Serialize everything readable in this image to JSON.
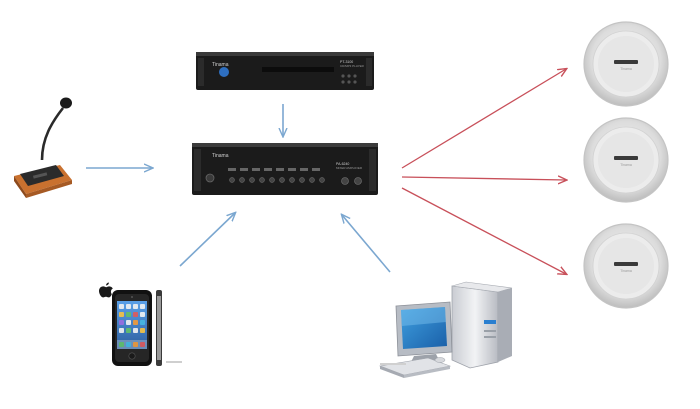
{
  "devices": {
    "player": {
      "brand": "Tinama",
      "model": "PT-3100",
      "sub": "CD/MP3 PLAYER"
    },
    "amplifier": {
      "brand": "Tinama",
      "model": "PA-6240",
      "sub": "MIXER AMPLIFIER"
    },
    "speakers": [
      {
        "logo": "Tinama"
      },
      {
        "logo": "Tinama"
      },
      {
        "logo": "Tinama"
      }
    ]
  },
  "colors": {
    "blue_arrow": "#7ba7d0",
    "red_arrow": "#c8505a",
    "device_body": "#1b1b1b"
  },
  "icons": [
    "microphone-icon",
    "smartphone-icon",
    "computer-icon",
    "ceiling-speaker-icon"
  ]
}
